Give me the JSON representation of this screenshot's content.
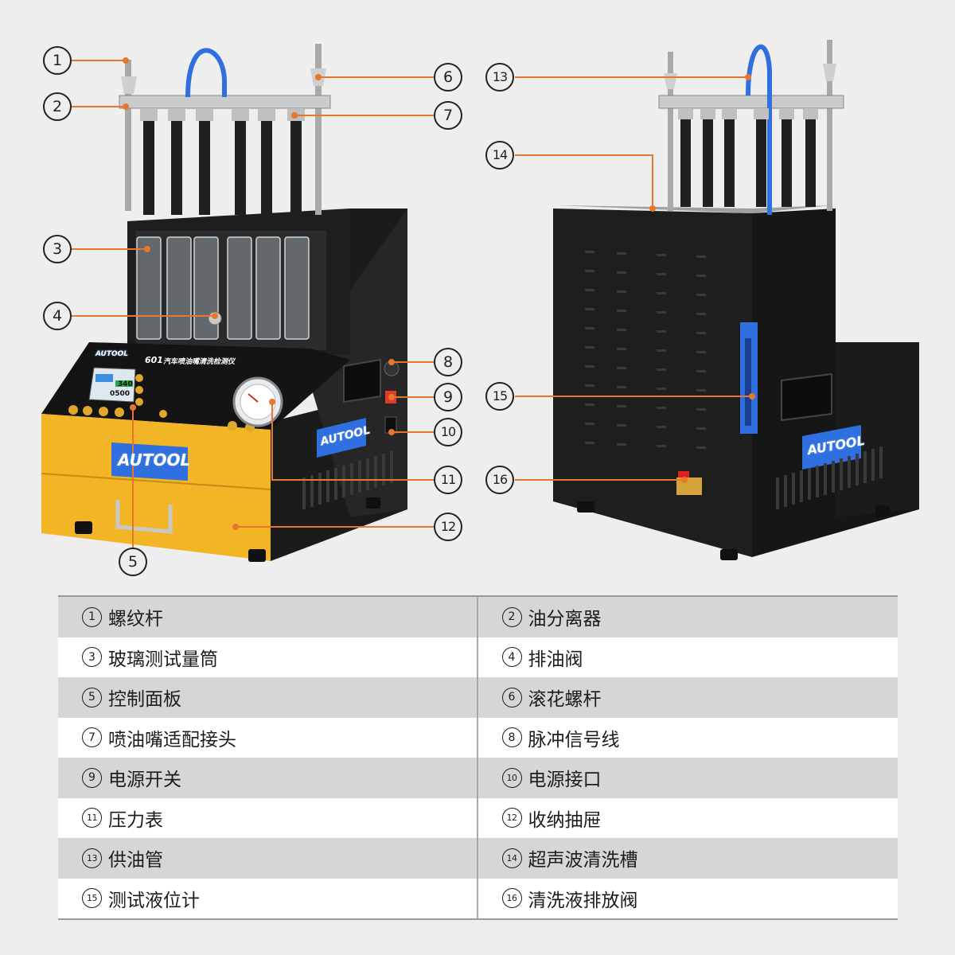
{
  "brand": "AUTOOL",
  "panel": {
    "model": "601",
    "title": "汽车喷油嘴清洗检测仪",
    "lcd_line1": "340",
    "lcd_line2": "0500"
  },
  "callouts": {
    "c1": "1",
    "c2": "2",
    "c3": "3",
    "c4": "4",
    "c5": "5",
    "c6": "6",
    "c7": "7",
    "c8": "8",
    "c9": "9",
    "c10": "10",
    "c11": "11",
    "c12": "12",
    "c13": "13",
    "c14": "14",
    "c15": "15",
    "c16": "16"
  },
  "colors": {
    "callout_line": "#e8772e",
    "body_black": "#1e1e1e",
    "drawer_yellow": "#f2b525",
    "fuel_blue": "#2f6fe0"
  },
  "legend": [
    {
      "left": {
        "n": "1",
        "label": "螺纹杆"
      },
      "right": {
        "n": "2",
        "label": "油分离器"
      }
    },
    {
      "left": {
        "n": "3",
        "label": "玻璃测试量筒"
      },
      "right": {
        "n": "4",
        "label": "排油阀"
      }
    },
    {
      "left": {
        "n": "5",
        "label": "控制面板"
      },
      "right": {
        "n": "6",
        "label": "滚花螺杆"
      }
    },
    {
      "left": {
        "n": "7",
        "label": "喷油嘴适配接头"
      },
      "right": {
        "n": "8",
        "label": "脉冲信号线"
      }
    },
    {
      "left": {
        "n": "9",
        "label": "电源开关"
      },
      "right": {
        "n": "10",
        "label": "电源接口"
      }
    },
    {
      "left": {
        "n": "11",
        "label": "压力表"
      },
      "right": {
        "n": "12",
        "label": "收纳抽屉"
      }
    },
    {
      "left": {
        "n": "13",
        "label": "供油管"
      },
      "right": {
        "n": "14",
        "label": "超声波清洗槽"
      }
    },
    {
      "left": {
        "n": "15",
        "label": "测试液位计"
      },
      "right": {
        "n": "16",
        "label": "清洗液排放阀"
      }
    }
  ]
}
